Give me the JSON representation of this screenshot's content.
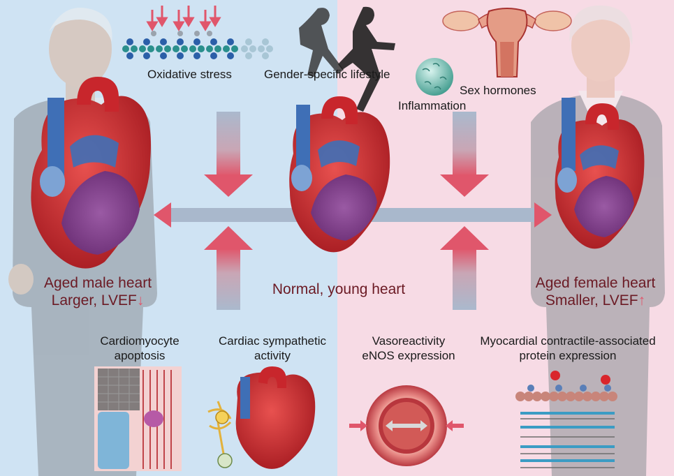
{
  "labels": {
    "oxidative_stress": "Oxidative stress",
    "lifestyle": "Gender-specific lifestyle",
    "inflammation": "Inflammation",
    "sex_hormones": "Sex hormones",
    "cardiomyocyte_1": "Cardiomyocyte",
    "cardiomyocyte_2": "apoptosis",
    "sympathetic_1": "Cardiac sympathetic",
    "sympathetic_2": "activity",
    "vaso_1": "Vasoreactivity",
    "vaso_2": "eNOS expression",
    "myocardial_1": "Myocardial contractile-associated",
    "myocardial_2": "protein expression"
  },
  "hearts": {
    "male_title": "Aged male heart",
    "male_sub": "Larger, LVEF",
    "normal_title": "Normal, young heart",
    "female_title": "Aged female heart",
    "female_sub": "Smaller, LVEF"
  },
  "colors": {
    "male_bg": "#cfe3f3",
    "female_bg": "#f7dbe5",
    "heart_red": "#c8262c",
    "vessel_blue": "#3f6fb6",
    "label_dark_red": "#6b1a24",
    "arrow_grey_blue": "#a9b8cc",
    "arrow_tip_red": "#e0566b"
  },
  "icons": {
    "male_lvef_indicator": "arrow-down-icon",
    "female_lvef_indicator": "arrow-up-icon"
  }
}
